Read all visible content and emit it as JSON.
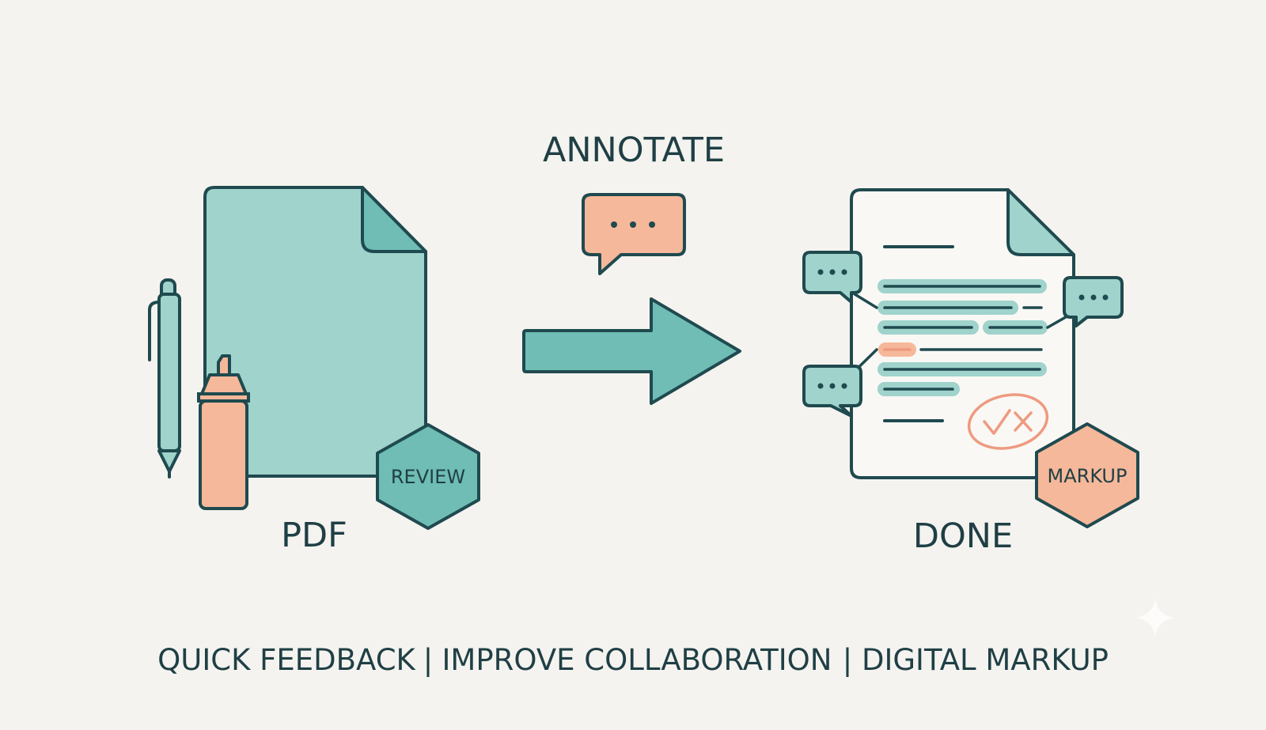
{
  "steps": {
    "source": {
      "label": "PDF",
      "badge": "REVIEW"
    },
    "action": {
      "label": "ANNOTATE"
    },
    "result": {
      "label": "DONE",
      "badge": "MARKUP"
    }
  },
  "taglines": [
    "QUICK FEEDBACK",
    "IMPROVE COLLABORATION",
    "DIGITAL MARKUP"
  ],
  "separator": "|",
  "icons": {
    "source_icons": [
      "pen-icon",
      "highlighter-icon",
      "pdf-document-icon"
    ],
    "action_icons": [
      "speech-bubble-icon",
      "arrow-right-icon"
    ],
    "result_icons": [
      "annotated-document-icon",
      "comment-bubble-icon",
      "check-cross-stamp-icon"
    ],
    "decorative": [
      "sparkle-icon"
    ]
  },
  "colors": {
    "background": "#f5f3ef",
    "outline": "#1f4a4f",
    "teal_fill": "#9fd3cc",
    "teal_dark": "#6fbdb4",
    "coral_fill": "#f6b89a",
    "coral_stroke": "#ee9a80",
    "paper": "#f9f8f4"
  }
}
